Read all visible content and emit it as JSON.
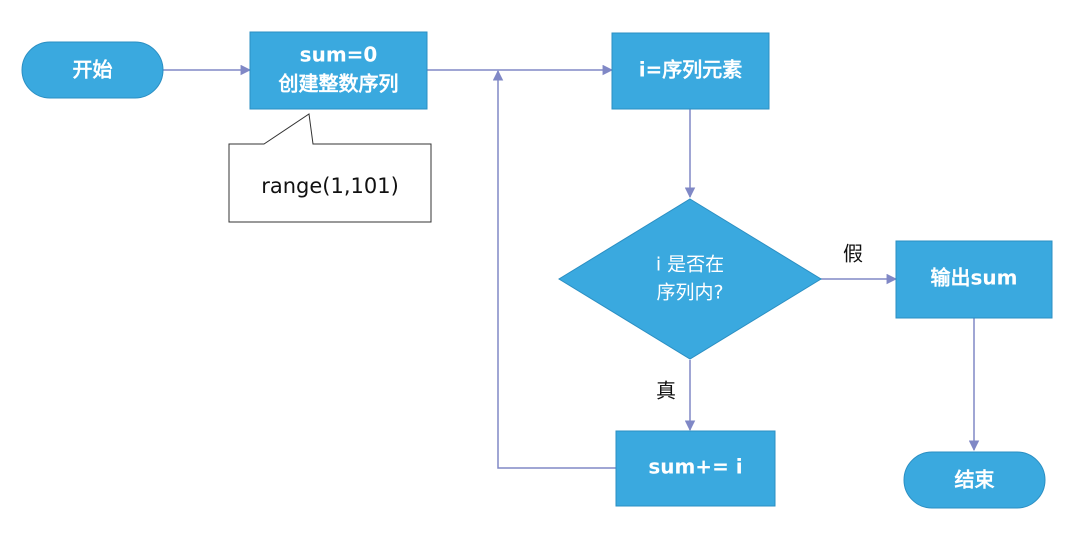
{
  "nodes": {
    "start": "开始",
    "init_line1": "sum=0",
    "init_line2": "创建整数序列",
    "assign": "i=序列元素",
    "decision_line1": "i 是否在",
    "decision_line2": "序列内?",
    "accumulate": "sum+= i",
    "output": "输出sum",
    "end": "结束"
  },
  "note": {
    "text": "range(1,101)"
  },
  "edges": {
    "false_label": "假",
    "true_label": "真"
  },
  "colors": {
    "node_fill": "#3aa9df",
    "node_border": "#2b8fc3",
    "arrow": "#8088c6",
    "note_border": "#333333",
    "text_dark": "#111111"
  }
}
